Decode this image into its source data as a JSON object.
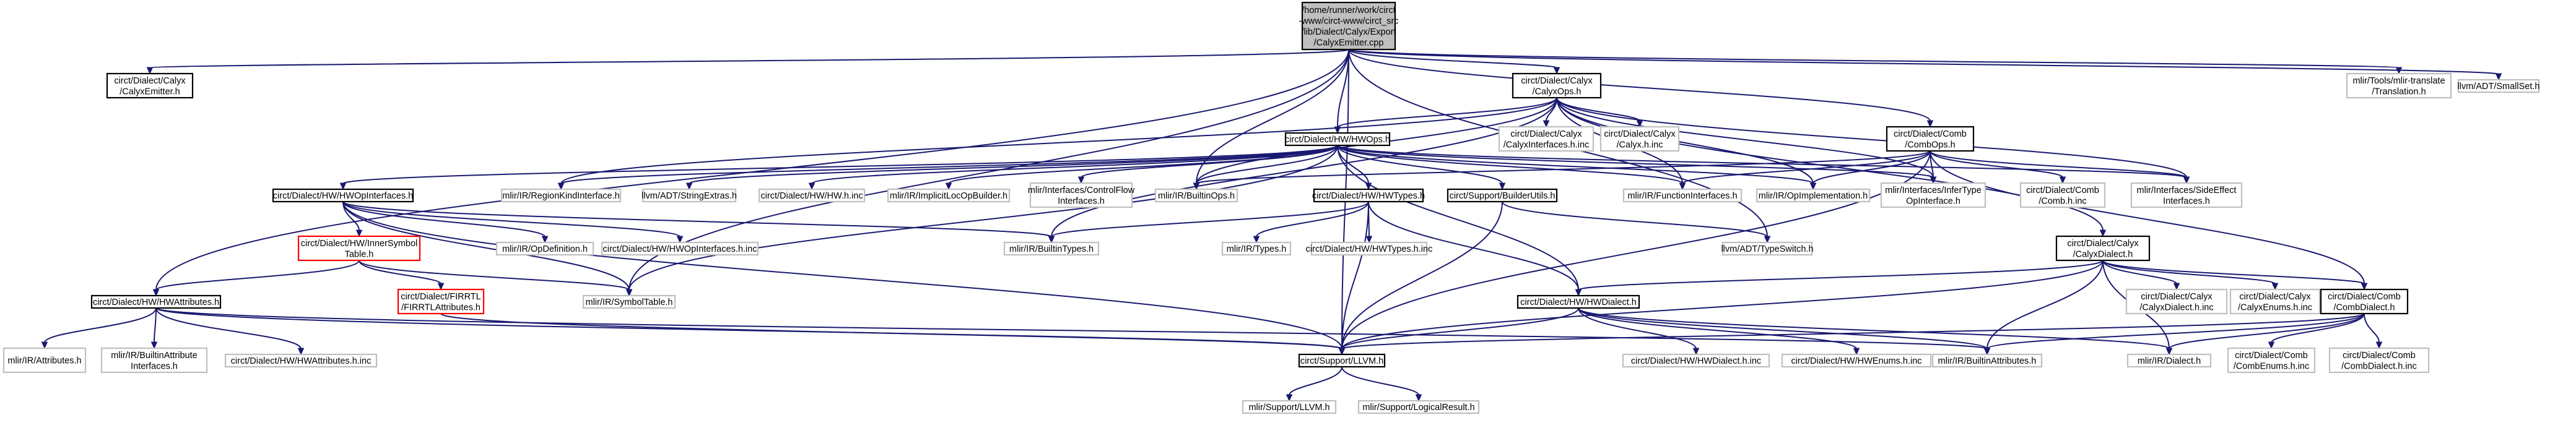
{
  "colors": {
    "edge": "#191970",
    "root_fill": "#bfbfbf",
    "root_border": "#000000",
    "documented_border": "#000000",
    "external_border": "#bfbfbf",
    "missing_border": "#ff0000"
  },
  "nodes": [
    {
      "id": "root",
      "style": "root",
      "lines": [
        "/home/runner/work/circt",
        "-www/circt-www/circt_src",
        "/lib/Dialect/Calyx/Export",
        "/CalyxEmitter.cpp"
      ]
    },
    {
      "id": "calyx_emitter_h",
      "style": "documented",
      "lines": [
        "circt/Dialect/Calyx",
        "/CalyxEmitter.h"
      ]
    },
    {
      "id": "calyx_ops_h",
      "style": "documented",
      "lines": [
        "circt/Dialect/Calyx",
        "/CalyxOps.h"
      ]
    },
    {
      "id": "mlir_translate_h",
      "style": "external",
      "lines": [
        "mlir/Tools/mlir-translate",
        "/Translation.h"
      ]
    },
    {
      "id": "small_set_h",
      "style": "external",
      "lines": [
        "llvm/ADT/SmallSet.h"
      ]
    },
    {
      "id": "hw_ops_h",
      "style": "documented",
      "lines": [
        "circt/Dialect/HW/HWOps.h"
      ]
    },
    {
      "id": "calyx_interfaces_h_inc",
      "style": "external",
      "lines": [
        "circt/Dialect/Calyx",
        "/CalyxInterfaces.h.inc"
      ]
    },
    {
      "id": "calyx_h_inc",
      "style": "external",
      "lines": [
        "circt/Dialect/Calyx",
        "/Calyx.h.inc"
      ]
    },
    {
      "id": "comb_ops_h",
      "style": "documented",
      "lines": [
        "circt/Dialect/Comb",
        "/CombOps.h"
      ]
    },
    {
      "id": "hw_op_interfaces_h",
      "style": "documented",
      "lines": [
        "circt/Dialect/HW/HWOpInterfaces.h"
      ]
    },
    {
      "id": "region_kind_interface_h",
      "style": "external",
      "lines": [
        "mlir/IR/RegionKindInterface.h"
      ]
    },
    {
      "id": "string_extras_h",
      "style": "external",
      "lines": [
        "llvm/ADT/StringExtras.h"
      ]
    },
    {
      "id": "hw_h_inc",
      "style": "external",
      "lines": [
        "circt/Dialect/HW/HW.h.inc"
      ]
    },
    {
      "id": "implicit_loc_op_builder_h",
      "style": "external",
      "lines": [
        "mlir/IR/ImplicitLocOpBuilder.h"
      ]
    },
    {
      "id": "control_flow_interfaces_h",
      "style": "external",
      "lines": [
        "mlir/Interfaces/ControlFlow",
        "Interfaces.h"
      ]
    },
    {
      "id": "builtin_ops_h",
      "style": "external",
      "lines": [
        "mlir/IR/BuiltinOps.h"
      ]
    },
    {
      "id": "hw_types_h",
      "style": "documented",
      "lines": [
        "circt/Dialect/HW/HWTypes.h"
      ]
    },
    {
      "id": "builder_utils_h",
      "style": "documented",
      "lines": [
        "circt/Support/BuilderUtils.h"
      ]
    },
    {
      "id": "function_interfaces_h",
      "style": "external",
      "lines": [
        "mlir/IR/FunctionInterfaces.h"
      ]
    },
    {
      "id": "op_implementation_h",
      "style": "external",
      "lines": [
        "mlir/IR/OpImplementation.h"
      ]
    },
    {
      "id": "infer_type_op_interface_h",
      "style": "external",
      "lines": [
        "mlir/Interfaces/InferType",
        "OpInterface.h"
      ]
    },
    {
      "id": "comb_h_inc",
      "style": "external",
      "lines": [
        "circt/Dialect/Comb",
        "/Comb.h.inc"
      ]
    },
    {
      "id": "side_effect_interfaces_h",
      "style": "external",
      "lines": [
        "mlir/Interfaces/SideEffect",
        "Interfaces.h"
      ]
    },
    {
      "id": "inner_symbol_table_h",
      "style": "missing",
      "lines": [
        "circt/Dialect/HW/InnerSymbol",
        "Table.h"
      ]
    },
    {
      "id": "op_definition_h",
      "style": "external",
      "lines": [
        "mlir/IR/OpDefinition.h"
      ]
    },
    {
      "id": "hw_op_interfaces_h_inc",
      "style": "external",
      "lines": [
        "circt/Dialect/HW/HWOpInterfaces.h.inc"
      ]
    },
    {
      "id": "builtin_types_h",
      "style": "external",
      "lines": [
        "mlir/IR/BuiltinTypes.h"
      ]
    },
    {
      "id": "types_h",
      "style": "external",
      "lines": [
        "mlir/IR/Types.h"
      ]
    },
    {
      "id": "hw_types_h_inc",
      "style": "external",
      "lines": [
        "circt/Dialect/HW/HWTypes.h.inc"
      ]
    },
    {
      "id": "type_switch_h",
      "style": "external",
      "lines": [
        "llvm/ADT/TypeSwitch.h"
      ]
    },
    {
      "id": "calyx_dialect_h",
      "style": "documented",
      "lines": [
        "circt/Dialect/Calyx",
        "/CalyxDialect.h"
      ]
    },
    {
      "id": "firrtl_attributes_h",
      "style": "missing",
      "lines": [
        "circt/Dialect/FIRRTL",
        "/FIRRTLAttributes.h"
      ]
    },
    {
      "id": "symbol_table_h",
      "style": "external",
      "lines": [
        "mlir/IR/SymbolTable.h"
      ]
    },
    {
      "id": "hw_dialect_h",
      "style": "documented",
      "lines": [
        "circt/Dialect/HW/HWDialect.h"
      ]
    },
    {
      "id": "calyx_dialect_h_inc",
      "style": "external",
      "lines": [
        "circt/Dialect/Calyx",
        "/CalyxDialect.h.inc"
      ]
    },
    {
      "id": "calyx_enums_h_inc",
      "style": "external",
      "lines": [
        "circt/Dialect/Calyx",
        "/CalyxEnums.h.inc"
      ]
    },
    {
      "id": "comb_dialect_h",
      "style": "documented",
      "lines": [
        "circt/Dialect/Comb",
        "/CombDialect.h"
      ]
    },
    {
      "id": "hw_attributes_h",
      "style": "documented",
      "lines": [
        "circt/Dialect/HW/HWAttributes.h"
      ]
    },
    {
      "id": "attributes_h",
      "style": "external",
      "lines": [
        "mlir/IR/Attributes.h"
      ]
    },
    {
      "id": "builtin_attribute_interfaces_h",
      "style": "external",
      "lines": [
        "mlir/IR/BuiltinAttribute",
        "Interfaces.h"
      ]
    },
    {
      "id": "hw_attributes_h_inc",
      "style": "external",
      "lines": [
        "circt/Dialect/HW/HWAttributes.h.inc"
      ]
    },
    {
      "id": "llvm_h",
      "style": "documented",
      "lines": [
        "circt/Support/LLVM.h"
      ]
    },
    {
      "id": "hw_dialect_h_inc",
      "style": "external",
      "lines": [
        "circt/Dialect/HW/HWDialect.h.inc"
      ]
    },
    {
      "id": "hw_enums_h_inc",
      "style": "external",
      "lines": [
        "circt/Dialect/HW/HWEnums.h.inc"
      ]
    },
    {
      "id": "builtin_attributes_h",
      "style": "external",
      "lines": [
        "mlir/IR/BuiltinAttributes.h"
      ]
    },
    {
      "id": "dialect_h",
      "style": "external",
      "lines": [
        "mlir/IR/Dialect.h"
      ]
    },
    {
      "id": "comb_enums_h_inc",
      "style": "external",
      "lines": [
        "circt/Dialect/Comb",
        "/CombEnums.h.inc"
      ]
    },
    {
      "id": "comb_dialect_h_inc",
      "style": "external",
      "lines": [
        "circt/Dialect/Comb",
        "/CombDialect.h.inc"
      ]
    },
    {
      "id": "support_llvm_h",
      "style": "external",
      "lines": [
        "mlir/Support/LLVM.h"
      ]
    },
    {
      "id": "logical_result_h",
      "style": "external",
      "lines": [
        "mlir/Support/LogicalResult.h"
      ]
    }
  ],
  "edges": [
    [
      "root",
      "calyx_emitter_h"
    ],
    [
      "root",
      "calyx_ops_h"
    ],
    [
      "root",
      "mlir_translate_h"
    ],
    [
      "root",
      "small_set_h"
    ],
    [
      "root",
      "hw_ops_h"
    ],
    [
      "root",
      "builtin_ops_h"
    ],
    [
      "root",
      "comb_ops_h"
    ],
    [
      "root",
      "hw_attributes_h"
    ],
    [
      "root",
      "symbol_table_h"
    ],
    [
      "root",
      "type_switch_h"
    ],
    [
      "root",
      "llvm_h"
    ],
    [
      "calyx_ops_h",
      "hw_ops_h"
    ],
    [
      "calyx_ops_h",
      "calyx_interfaces_h_inc"
    ],
    [
      "calyx_ops_h",
      "calyx_h_inc"
    ],
    [
      "calyx_ops_h",
      "calyx_dialect_h"
    ],
    [
      "calyx_ops_h",
      "region_kind_interface_h"
    ],
    [
      "calyx_ops_h",
      "function_interfaces_h"
    ],
    [
      "calyx_ops_h",
      "op_implementation_h"
    ],
    [
      "calyx_ops_h",
      "infer_type_op_interface_h"
    ],
    [
      "calyx_ops_h",
      "side_effect_interfaces_h"
    ],
    [
      "calyx_ops_h",
      "builtin_types_h"
    ],
    [
      "calyx_ops_h",
      "builtin_ops_h"
    ],
    [
      "hw_ops_h",
      "hw_op_interfaces_h"
    ],
    [
      "hw_ops_h",
      "region_kind_interface_h"
    ],
    [
      "hw_ops_h",
      "string_extras_h"
    ],
    [
      "hw_ops_h",
      "hw_h_inc"
    ],
    [
      "hw_ops_h",
      "implicit_loc_op_builder_h"
    ],
    [
      "hw_ops_h",
      "control_flow_interfaces_h"
    ],
    [
      "hw_ops_h",
      "builtin_ops_h"
    ],
    [
      "hw_ops_h",
      "hw_types_h"
    ],
    [
      "hw_ops_h",
      "builder_utils_h"
    ],
    [
      "hw_ops_h",
      "function_interfaces_h"
    ],
    [
      "hw_ops_h",
      "op_implementation_h"
    ],
    [
      "hw_ops_h",
      "infer_type_op_interface_h"
    ],
    [
      "hw_ops_h",
      "hw_dialect_h"
    ],
    [
      "hw_ops_h",
      "symbol_table_h"
    ],
    [
      "hw_ops_h",
      "side_effect_interfaces_h"
    ],
    [
      "comb_ops_h",
      "builtin_ops_h"
    ],
    [
      "comb_ops_h",
      "function_interfaces_h"
    ],
    [
      "comb_ops_h",
      "op_implementation_h"
    ],
    [
      "comb_ops_h",
      "infer_type_op_interface_h"
    ],
    [
      "comb_ops_h",
      "comb_h_inc"
    ],
    [
      "comb_ops_h",
      "side_effect_interfaces_h"
    ],
    [
      "comb_ops_h",
      "comb_dialect_h"
    ],
    [
      "comb_ops_h",
      "llvm_h"
    ],
    [
      "hw_op_interfaces_h",
      "inner_symbol_table_h"
    ],
    [
      "hw_op_interfaces_h",
      "op_definition_h"
    ],
    [
      "hw_op_interfaces_h",
      "hw_op_interfaces_h_inc"
    ],
    [
      "hw_op_interfaces_h",
      "symbol_table_h"
    ],
    [
      "hw_op_interfaces_h",
      "llvm_h"
    ],
    [
      "hw_op_interfaces_h",
      "builtin_types_h"
    ],
    [
      "inner_symbol_table_h",
      "firrtl_attributes_h"
    ],
    [
      "inner_symbol_table_h",
      "symbol_table_h"
    ],
    [
      "inner_symbol_table_h",
      "hw_attributes_h"
    ],
    [
      "hw_types_h",
      "builtin_types_h"
    ],
    [
      "hw_types_h",
      "types_h"
    ],
    [
      "hw_types_h",
      "hw_types_h_inc"
    ],
    [
      "hw_types_h",
      "llvm_h"
    ],
    [
      "hw_types_h",
      "hw_dialect_h"
    ],
    [
      "builder_utils_h",
      "type_switch_h"
    ],
    [
      "builder_utils_h",
      "llvm_h"
    ],
    [
      "firrtl_attributes_h",
      "llvm_h"
    ],
    [
      "calyx_dialect_h",
      "hw_dialect_h"
    ],
    [
      "calyx_dialect_h",
      "calyx_dialect_h_inc"
    ],
    [
      "calyx_dialect_h",
      "calyx_enums_h_inc"
    ],
    [
      "calyx_dialect_h",
      "comb_dialect_h"
    ],
    [
      "calyx_dialect_h",
      "llvm_h"
    ],
    [
      "calyx_dialect_h",
      "builtin_attributes_h"
    ],
    [
      "calyx_dialect_h",
      "dialect_h"
    ],
    [
      "hw_dialect_h",
      "llvm_h"
    ],
    [
      "hw_dialect_h",
      "hw_dialect_h_inc"
    ],
    [
      "hw_dialect_h",
      "hw_enums_h_inc"
    ],
    [
      "hw_dialect_h",
      "builtin_attributes_h"
    ],
    [
      "hw_dialect_h",
      "dialect_h"
    ],
    [
      "comb_dialect_h",
      "builtin_attributes_h"
    ],
    [
      "comb_dialect_h",
      "dialect_h"
    ],
    [
      "comb_dialect_h",
      "comb_enums_h_inc"
    ],
    [
      "comb_dialect_h",
      "comb_dialect_h_inc"
    ],
    [
      "comb_dialect_h",
      "llvm_h"
    ],
    [
      "hw_attributes_h",
      "attributes_h"
    ],
    [
      "hw_attributes_h",
      "builtin_attribute_interfaces_h"
    ],
    [
      "hw_attributes_h",
      "hw_attributes_h_inc"
    ],
    [
      "hw_attributes_h",
      "builtin_attributes_h"
    ],
    [
      "hw_attributes_h",
      "llvm_h"
    ],
    [
      "llvm_h",
      "support_llvm_h"
    ],
    [
      "llvm_h",
      "logical_result_h"
    ]
  ]
}
